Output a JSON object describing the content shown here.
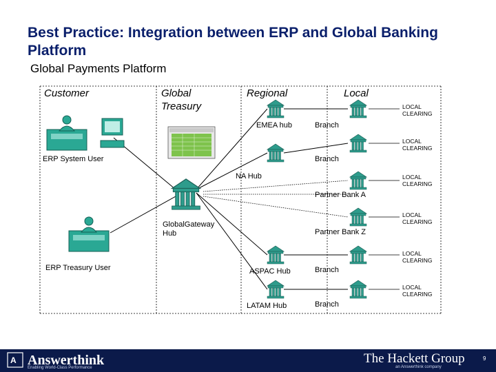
{
  "slide": {
    "title": "Best Practice: Integration between ERP and Global Banking Platform",
    "subtitle": "Global Payments Platform",
    "page_number": "9"
  },
  "columns": {
    "customer": "Customer",
    "treasury": "Global Treasury",
    "regional": "Regional",
    "local": "Local"
  },
  "actors": {
    "erp_system_user": "ERP System User",
    "erp_treasury_user": "ERP Treasury User",
    "global_gateway_hub": "GlobalGateway Hub"
  },
  "hubs": {
    "emea": "EMEA hub",
    "na": "NA Hub",
    "aspac": "ASPAC Hub",
    "latam": "LATAM Hub"
  },
  "branches": {
    "branch1": "Branch",
    "branch2": "Branch",
    "partner_a": "Partner Bank A",
    "partner_z": "Partner Bank Z",
    "branch3": "Branch",
    "branch4": "Branch"
  },
  "local_clearing": "LOCAL CLEARING",
  "footer": {
    "left_brand": "Answerthink",
    "left_tagline": "Enabling World-Class Performance",
    "right_brand": "The Hackett Group",
    "right_tagline": "an Answerthink company"
  },
  "colors": {
    "title": "#0a1f6b",
    "bank_icon": "#2e9c8c",
    "user_icon": "#2aa894",
    "footer_bg": "#0b1a4a"
  }
}
